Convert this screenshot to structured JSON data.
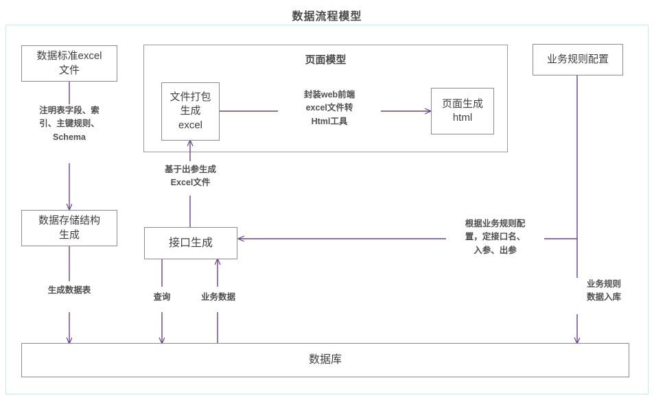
{
  "title": "数据流程模型",
  "frame": {
    "name": "diagram-frame"
  },
  "groups": [
    {
      "id": "page-model",
      "title": "页面模型"
    }
  ],
  "nodes": [
    {
      "id": "data-standard-excel",
      "lines": [
        "数据标准excel",
        "文件"
      ]
    },
    {
      "id": "data-storage-struct",
      "lines": [
        "数据存储结构",
        "生成"
      ]
    },
    {
      "id": "file-package-excel",
      "lines": [
        "文件打包",
        "生成",
        "excel"
      ]
    },
    {
      "id": "page-generate-html",
      "lines": [
        "页面生成",
        "html"
      ]
    },
    {
      "id": "interface-generate",
      "lines": [
        "接口生成"
      ]
    },
    {
      "id": "business-rule-config",
      "lines": [
        "业务规则配置"
      ]
    },
    {
      "id": "database",
      "lines": [
        "数据库"
      ]
    }
  ],
  "edge_labels": [
    {
      "id": "schema-note",
      "lines": [
        "注明表字段、索",
        "引、主键规则、",
        "Schema"
      ]
    },
    {
      "id": "web-tool-note",
      "lines": [
        "封装web前端",
        "excel文件转",
        "Html工具"
      ]
    },
    {
      "id": "excel-from-output",
      "lines": [
        "基于出参生成",
        "Excel文件"
      ]
    },
    {
      "id": "generate-table",
      "lines": [
        "生成数据表"
      ]
    },
    {
      "id": "query",
      "lines": [
        "查询"
      ]
    },
    {
      "id": "business-data",
      "lines": [
        "业务数据"
      ]
    },
    {
      "id": "rule-based-api",
      "lines": [
        "根据业务规则配",
        "置，定接口名、",
        "入参、出参"
      ]
    },
    {
      "id": "rule-data-into-db",
      "lines": [
        "业务规则",
        "数据入库"
      ]
    }
  ],
  "colors": {
    "edge": "#6b3d8f",
    "node_border": "#8a8a8a",
    "frame_border": "#cfe3f2",
    "text": "#3f3f3f"
  }
}
